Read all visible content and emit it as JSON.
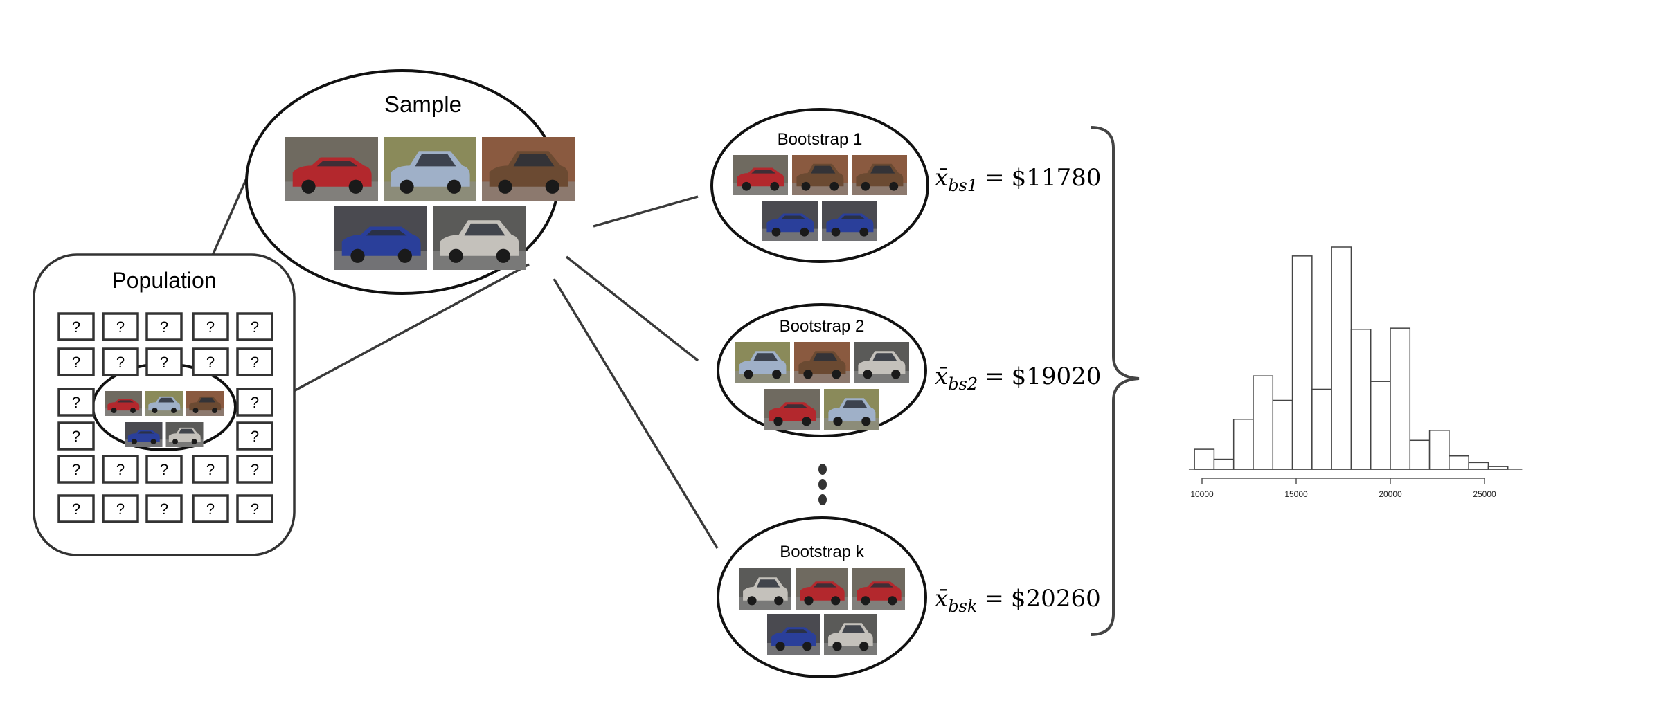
{
  "population": {
    "title": "Population",
    "unknown_marker": "?"
  },
  "sample": {
    "title": "Sample",
    "cars": [
      "red-sedan",
      "silver-suv-blue",
      "brown-box",
      "blue-hatch",
      "silver-suv"
    ]
  },
  "bootstraps": [
    {
      "title": "Bootstrap 1",
      "cars": [
        "red-sedan",
        "brown-box",
        "brown-box",
        "blue-hatch",
        "blue-hatch"
      ],
      "mean_label": "x̄",
      "subscript": "bs1",
      "equals": "=",
      "value": "$11780"
    },
    {
      "title": "Bootstrap 2",
      "cars": [
        "silver-suv-blue",
        "brown-box",
        "silver-suv",
        "red-sedan",
        "silver-suv-blue"
      ],
      "mean_label": "x̄",
      "subscript": "bs2",
      "equals": "=",
      "value": "$19020"
    },
    {
      "title": "Bootstrap k",
      "cars": [
        "silver-suv",
        "red-sedan",
        "red-sedan",
        "blue-hatch",
        "silver-suv"
      ],
      "mean_label": "x̄",
      "subscript": "bsk",
      "equals": "=",
      "value": "$20260"
    }
  ],
  "car_colors": {
    "red-sedan": {
      "body": "#b3282d",
      "bg": "#6f6a60"
    },
    "silver-suv-blue": {
      "body": "#9fb0c8",
      "bg": "#8a8a5a"
    },
    "brown-box": {
      "body": "#6b4a32",
      "bg": "#8a5a40"
    },
    "blue-hatch": {
      "body": "#2a3f9a",
      "bg": "#4a4a50"
    },
    "silver-suv": {
      "body": "#c4c1bb",
      "bg": "#5a5a58"
    }
  },
  "chart_data": {
    "type": "bar",
    "title": "",
    "xlabel": "",
    "ylabel": "",
    "bin_start": 9600,
    "bin_width": 1040,
    "values": [
      9,
      4.5,
      22.5,
      42,
      31,
      96,
      36,
      100,
      63,
      39.5,
      63.5,
      13,
      17.5,
      6,
      3,
      1.2
    ],
    "xticks": [
      10000,
      15000,
      20000,
      25000
    ],
    "xtick_labels": [
      "10000",
      "15000",
      "20000",
      "25000"
    ],
    "xlim": [
      9300,
      27000
    ],
    "grid": false
  }
}
